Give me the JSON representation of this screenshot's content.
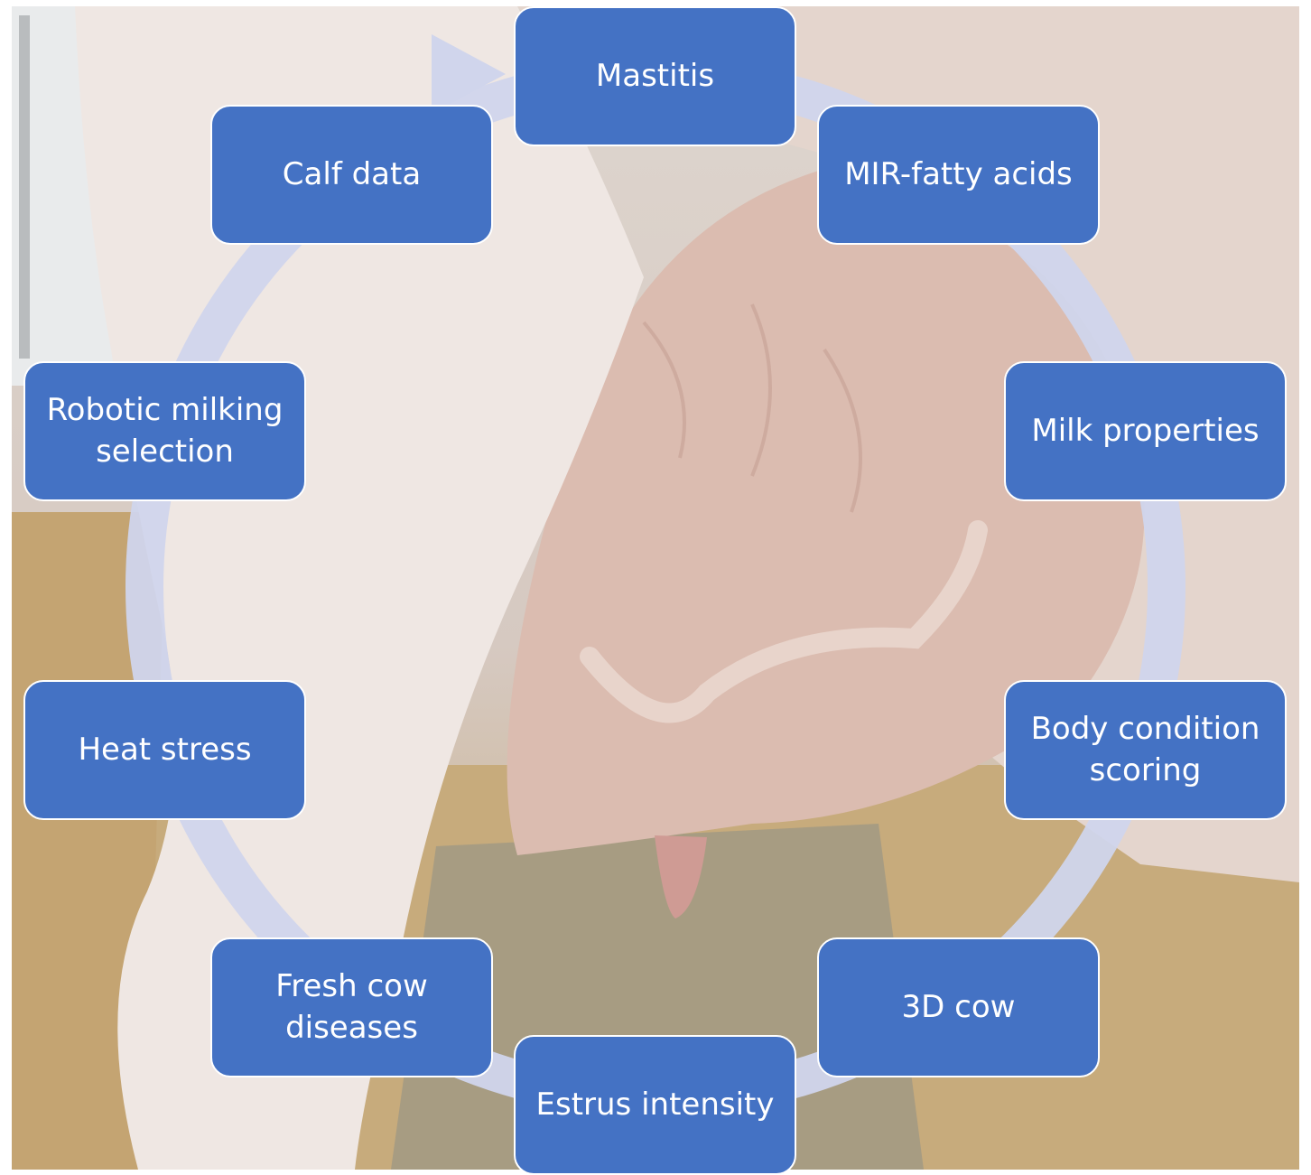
{
  "diagram": {
    "type": "cycle",
    "direction": "clockwise",
    "colors": {
      "node_fill": "#4472c4",
      "node_border": "#ffffff",
      "node_text": "#ffffff",
      "ring": "#d0d5ec"
    },
    "background": "photo of a cow's udder in a straw-bedded barn",
    "nodes": [
      {
        "id": "mastitis",
        "label": "Mastitis"
      },
      {
        "id": "mir-fatty-acids",
        "label": "MIR-fatty acids"
      },
      {
        "id": "milk-properties",
        "label": "Milk properties"
      },
      {
        "id": "body-condition-scoring",
        "label": "Body condition\nscoring"
      },
      {
        "id": "3d-cow",
        "label": "3D cow"
      },
      {
        "id": "estrus-intensity",
        "label": "Estrus intensity"
      },
      {
        "id": "fresh-cow-diseases",
        "label": "Fresh cow\ndiseases"
      },
      {
        "id": "heat-stress",
        "label": "Heat stress"
      },
      {
        "id": "robotic-milking-selection",
        "label": "Robotic milking\nselection"
      },
      {
        "id": "calf-data",
        "label": "Calf data"
      }
    ]
  }
}
